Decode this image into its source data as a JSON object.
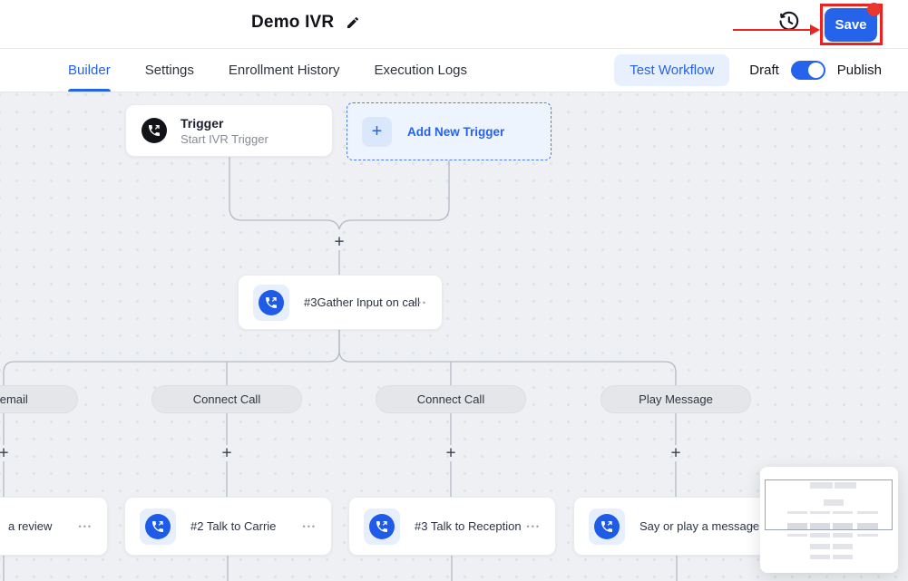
{
  "header": {
    "title": "Demo IVR",
    "save_label": "Save"
  },
  "tabs": {
    "items": [
      {
        "label": "Builder",
        "active": true
      },
      {
        "label": "Settings",
        "active": false
      },
      {
        "label": "Enrollment History",
        "active": false
      },
      {
        "label": "Execution Logs",
        "active": false
      }
    ],
    "test_workflow_label": "Test Workflow",
    "draft_label": "Draft",
    "publish_label": "Publish",
    "publish_toggle_state": "on"
  },
  "canvas": {
    "trigger_node": {
      "title": "Trigger",
      "subtitle": "Start IVR Trigger"
    },
    "add_trigger": {
      "label": "Add New Trigger"
    },
    "gather_node": {
      "label": "#3Gather Input on call"
    },
    "branches": [
      "Voicemail",
      "Connect Call",
      "Connect Call",
      "Play Message"
    ],
    "action_nodes": [
      {
        "label": "a review",
        "clipped": true
      },
      {
        "label": "#2 Talk to Carrie",
        "clipped": false
      },
      {
        "label": "#3 Talk to Reception",
        "clipped": false
      },
      {
        "label": "Say or play a message",
        "clipped": false
      }
    ]
  },
  "glyphs": {
    "plus": "+",
    "ellipsis": "•••"
  },
  "colors": {
    "accent_blue": "#2563eb",
    "annotation_red": "#ec2222",
    "node_icon_blue": "#1d5be8",
    "canvas_bg": "#eef0f3"
  }
}
